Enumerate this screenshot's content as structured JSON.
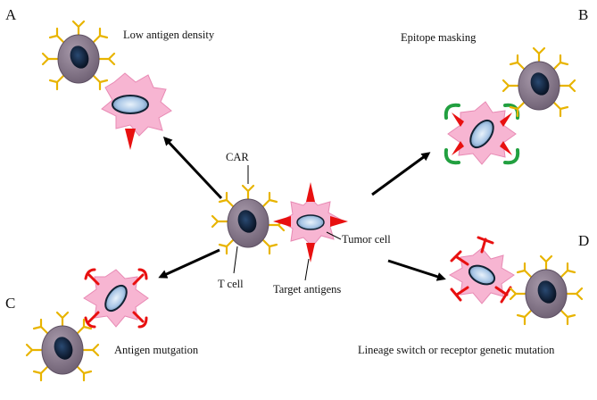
{
  "panels": {
    "a": "A",
    "b": "B",
    "c": "C",
    "d": "D"
  },
  "captions": {
    "low_antigen_density": "Low antigen density",
    "epitope_masking": "Epitope masking",
    "antigen_mutgation": "Antigen mutgation",
    "lineage_switch": "Lineage switch or receptor genetic mutation"
  },
  "center_labels": {
    "car": "CAR",
    "tumor_cell": "Tumor  cell",
    "t_cell": "T cell",
    "target_antigens": "Target antigens"
  },
  "colors": {
    "t_cell_body": "#8a7a8e",
    "t_cell_nucleus": "#0e2038",
    "car_receptor": "#e8b400",
    "tumor_cell_body": "#f7b5d2",
    "tumor_nucleus": "#b8d2ec",
    "antigen": "#e81010",
    "mask": "#22a040",
    "arrow": "#000000"
  }
}
